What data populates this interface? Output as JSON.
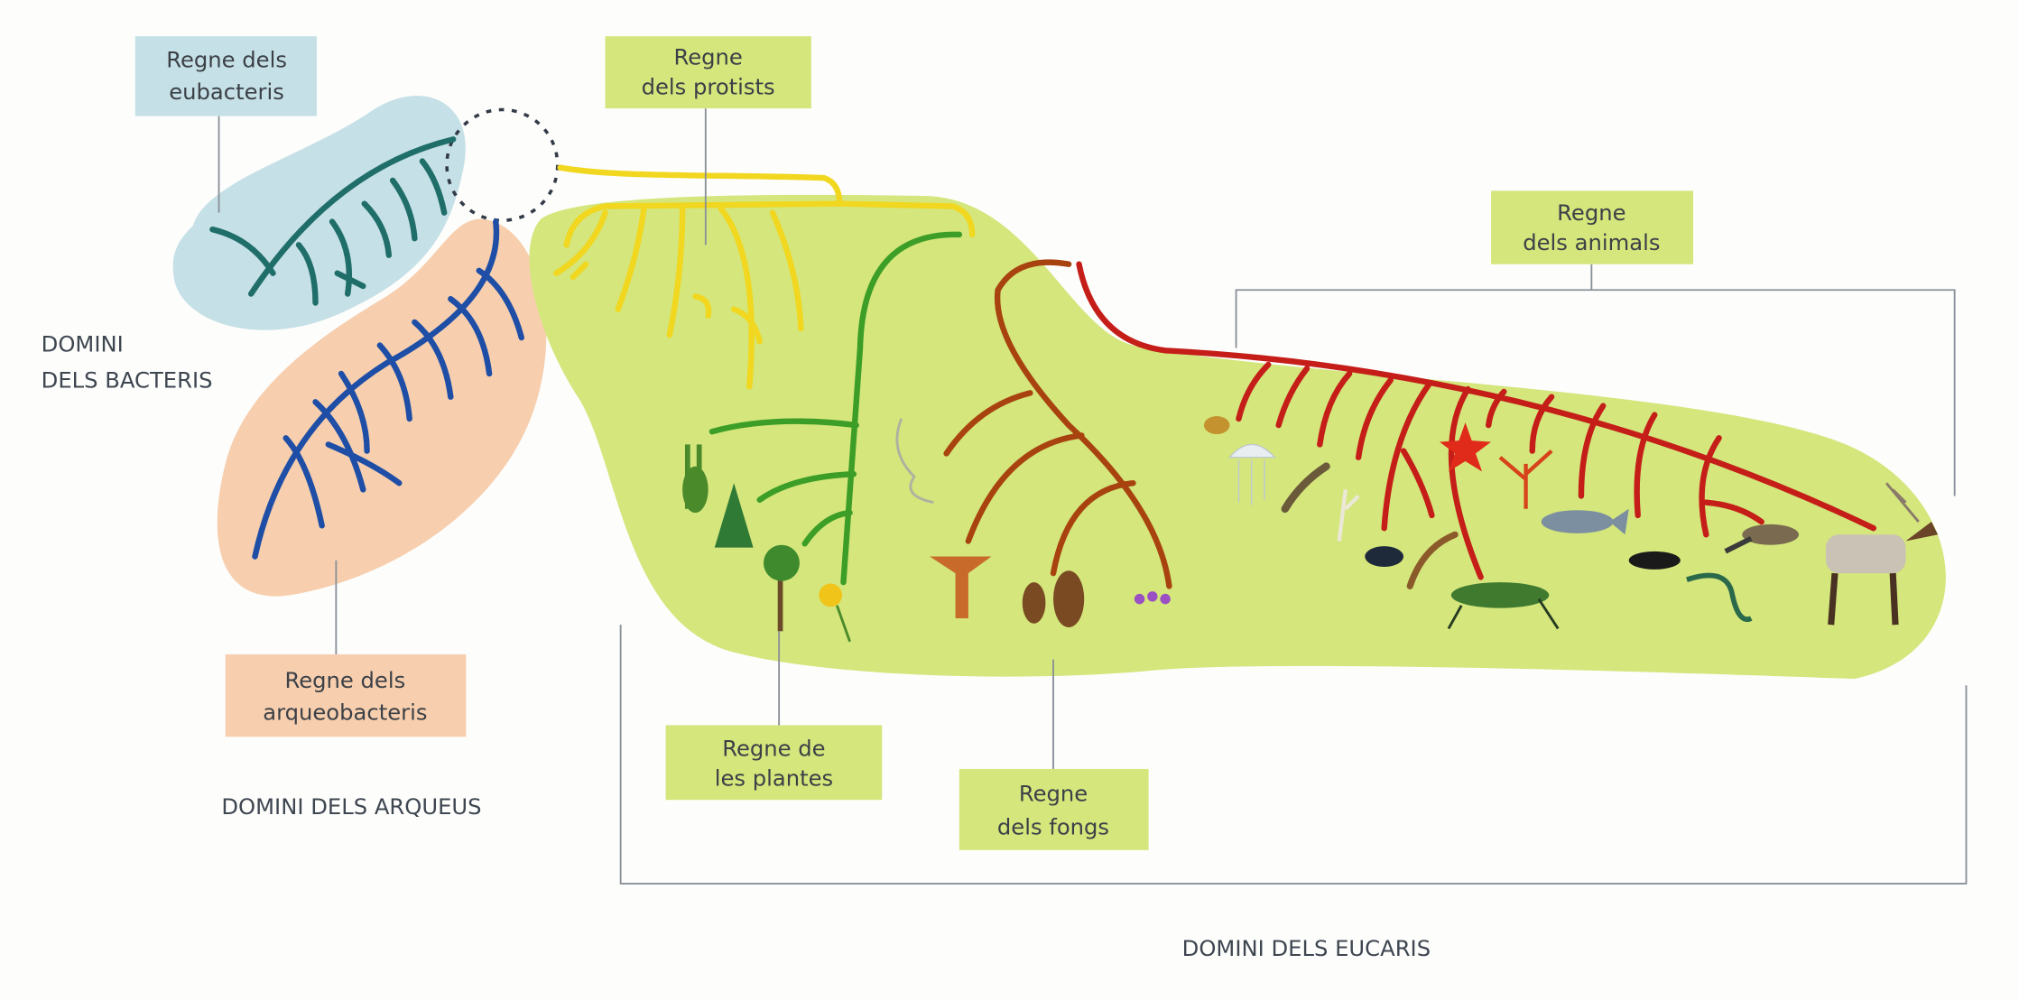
{
  "labels": {
    "eubacteris": [
      "Regne dels",
      "eubacteris"
    ],
    "arqueobacteris": [
      "Regne dels",
      "arqueobacteris"
    ],
    "protists": [
      "Regne",
      "dels protists"
    ],
    "plantes": [
      "Regne de",
      "les plantes"
    ],
    "fongs": [
      "Regne",
      "dels fongs"
    ],
    "animals": [
      "Regne",
      "dels animals"
    ]
  },
  "domains": {
    "bacteris": [
      "DOMINI",
      "DELS BACTERIS"
    ],
    "arqueus": "DOMINI DELS ARQUEUS",
    "eucaris": "DOMINI DELS EUCARIS"
  },
  "colors": {
    "eubacteria_bg": "#c5e0e6",
    "archaea_bg": "#f7cfae",
    "eukarya_bg": "#d4e67c",
    "eubacteria_branch": "#1f6e69",
    "archaea_branch": "#1f4ea6",
    "protist_branch": "#f1d71f",
    "plant_branch": "#3c9e26",
    "fungi_branch": "#a8430f",
    "animal_branch": "#c51e19"
  }
}
